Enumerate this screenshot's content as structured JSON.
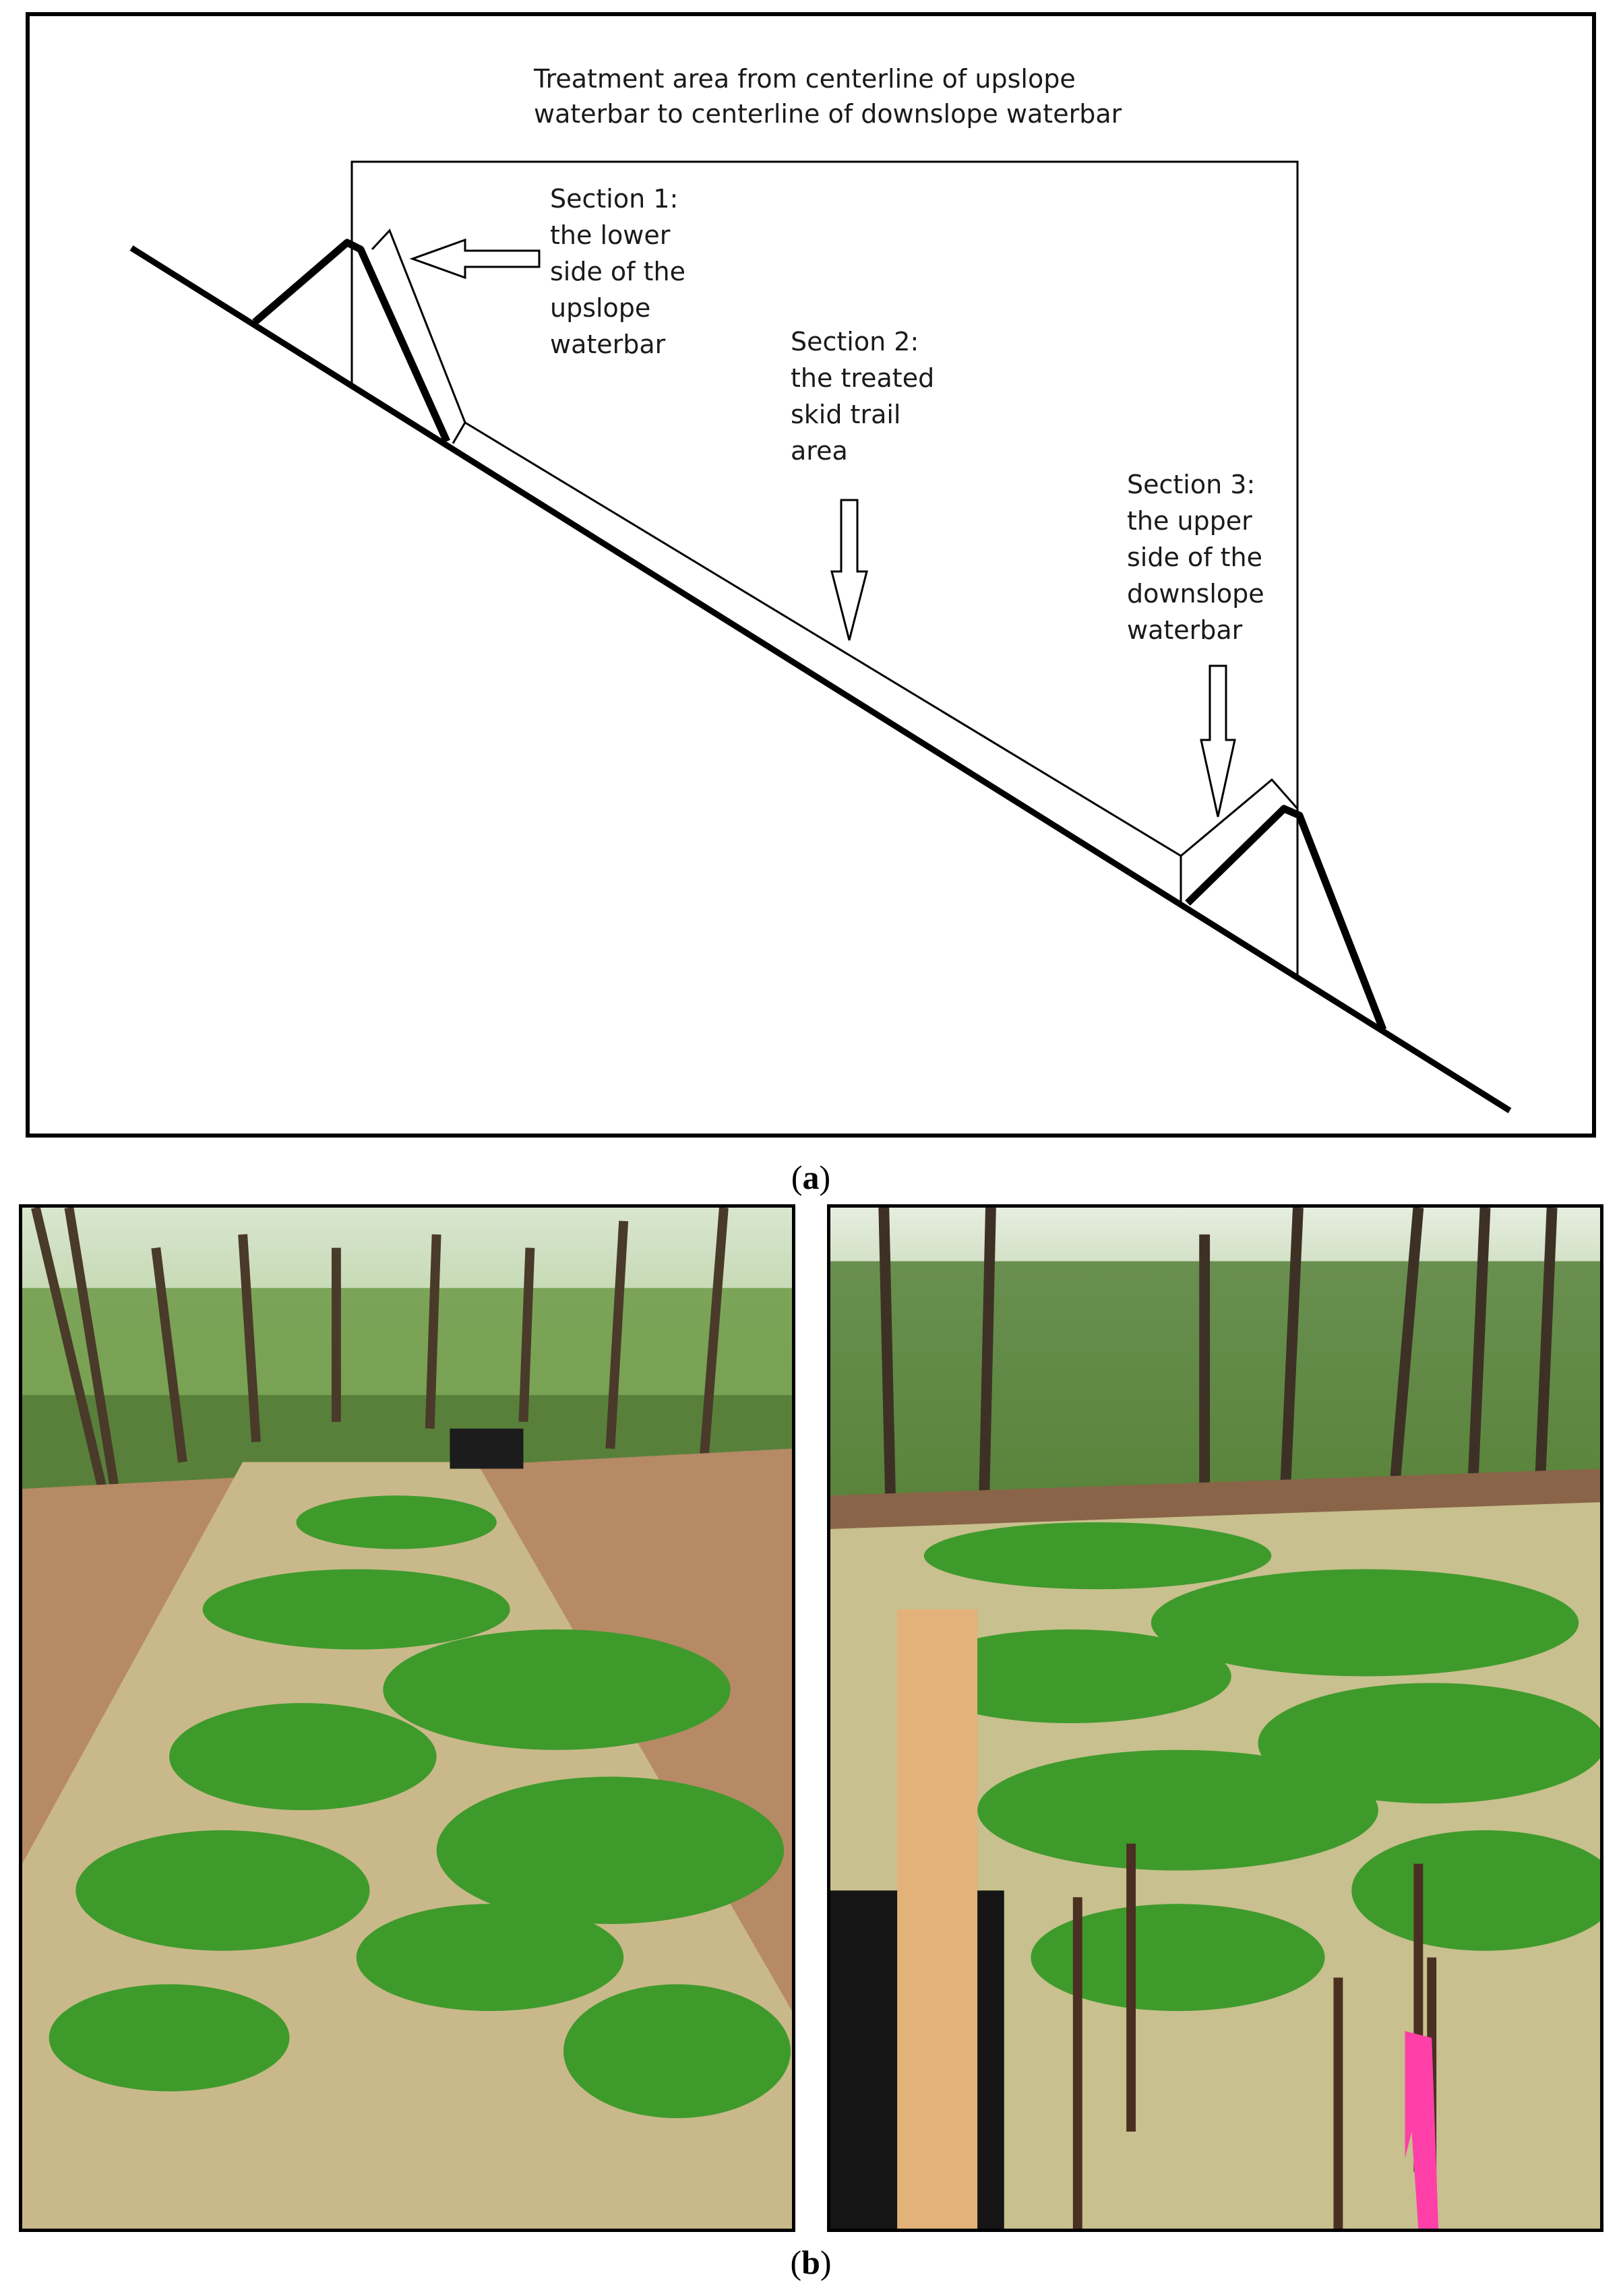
{
  "figure_a": {
    "treatment_area_label": [
      "Treatment area from centerline of upslope",
      "waterbar to centerline of downslope waterbar"
    ],
    "section1": [
      "Section 1:",
      "the lower",
      "side of the",
      "upslope",
      "waterbar"
    ],
    "section2": [
      "Section 2:",
      "the treated",
      "skid trail",
      "area"
    ],
    "section3": [
      "Section 3:",
      "the upper",
      "side of the",
      "downslope",
      "waterbar"
    ],
    "caption_letter": "a"
  },
  "figure_b": {
    "caption_letter": "b",
    "photos": [
      "left",
      "right"
    ]
  },
  "colors": {
    "grass_green": "#3f9a2c",
    "straw": "#c9b98a",
    "soil": "#9a6a4a",
    "forest": "#5a7a3a",
    "flag_pink": "#ff3fa8",
    "stake_wood": "#e2b27a"
  }
}
